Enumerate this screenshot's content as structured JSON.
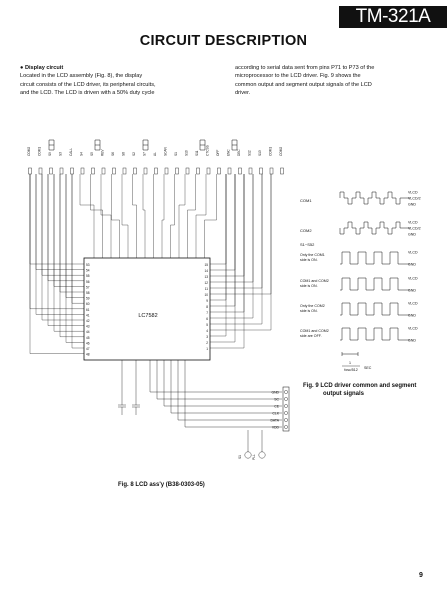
{
  "header": {
    "model": "TM-321A",
    "title": "CIRCUIT DESCRIPTION"
  },
  "intro": {
    "bullet_heading": "Display circuit",
    "left_lines": [
      "Located in the LCD assembly (Fig. 8), the display",
      "circuit consists of the LCD driver, its peripheral circuits,",
      "and the LCD. The LCD is driven with a 50% duty cycle"
    ],
    "right_lines": [
      "according to serial data sent from pins P71 to P73 of the",
      "microprocessor to the LCD driver. Fig. 9 shows the",
      "common output and segment output signals of the LCD",
      "driver."
    ]
  },
  "fig8": {
    "caption": "Fig. 8  LCD ass'y (B38-0303-05)",
    "chip_label": "LC7582",
    "left_pins": [
      "53",
      "54",
      "55",
      "56",
      "57",
      "58",
      "59",
      "60",
      "61",
      "41",
      "42",
      "43",
      "44",
      "45",
      "46",
      "47",
      "48"
    ],
    "right_pins": [
      "15",
      "14",
      "13",
      "12",
      "11",
      "10",
      "9",
      "8",
      "7",
      "6",
      "5",
      "4",
      "3",
      "2",
      "1"
    ],
    "lcd_labels": [
      "COM2",
      "COM1",
      "S9",
      "S3",
      "CALL",
      "S4",
      "S5",
      "REV",
      "S6",
      "S8",
      "S2",
      "S7",
      "AL",
      "SCAN",
      "S1",
      "S10",
      "S11",
      "CTCSS",
      "OFF",
      "ENC",
      "DEC",
      "S12",
      "S13",
      "COM1",
      "COM2"
    ],
    "connector_labels": [
      "GND",
      "SC",
      "CE",
      "CLK",
      "DATA",
      "VDD"
    ],
    "part_labels": [
      "S1",
      "PLL"
    ]
  },
  "fig9": {
    "caption_line1": "Fig. 9  LCD driver common and segment",
    "caption_line2": "output signals",
    "rows": [
      {
        "label": "COM1",
        "levels": [
          "VLCD",
          "VLCD/2",
          "GND"
        ]
      },
      {
        "label": "COM2",
        "levels": [
          "VLCD",
          "VLCD/2",
          "GND"
        ]
      }
    ],
    "seg_header": "S1~S52",
    "seg_rows": [
      {
        "label_l1": "Only the COM1",
        "label_l2": "side is ON.",
        "levels": [
          "VLCD",
          "GND"
        ]
      },
      {
        "label_l1": "COM1 and COM2",
        "label_l2": "side is ON.",
        "levels": [
          "VLCD",
          "GND"
        ]
      },
      {
        "label_l1": "Only the COM2",
        "label_l2": "side is ON.",
        "levels": [
          "VLCD",
          "GND"
        ]
      },
      {
        "label_l1": "COM1 and COM2",
        "label_l2": "side are OFF.",
        "levels": [
          "VLCD",
          "GND"
        ]
      }
    ],
    "timing_num": "1",
    "timing_den": "fosc/512",
    "timing_unit": "SEC"
  },
  "page_number": "9"
}
